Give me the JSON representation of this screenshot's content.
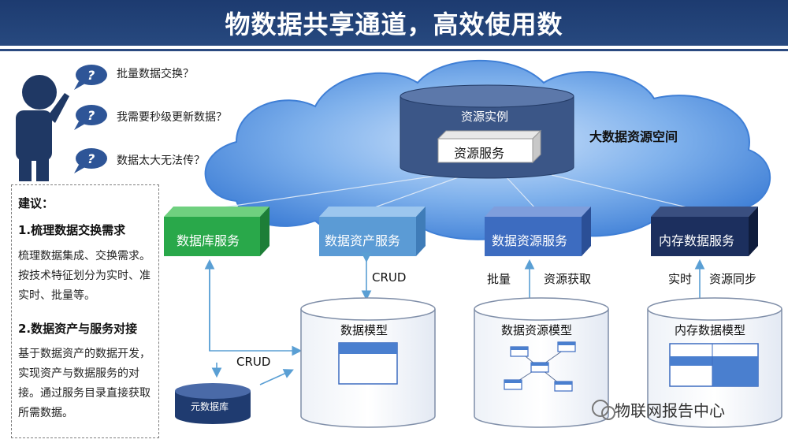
{
  "header": {
    "title": "物数据共享通道，高效使用数"
  },
  "questions": [
    "批量数据交换？",
    "我需要秒级更新数据？",
    "数据太大无法传？"
  ],
  "advice": {
    "heading": "建议：",
    "point1_title": "1.梳理数据交换需求",
    "point1_body": "梳理数据集成、交换需求。按技术特征划分为实时、准实时、批量等。",
    "point2_title": "2.数据资产与服务对接",
    "point2_body": "基于数据资产的数据开发，实现资产与数据服务的对接。通过服务目录直接获取所需数据。"
  },
  "cloud": {
    "label": "大数据资源空间",
    "instance_label": "资源实例",
    "service_label": "资源服务"
  },
  "services": [
    {
      "label": "数据库服务",
      "color": "#29a84a"
    },
    {
      "label": "数据资产服务",
      "color": "#5b9bd5"
    },
    {
      "label": "数据资源服务",
      "color": "#3d6cc0"
    },
    {
      "label": "内存数据服务",
      "color": "#1c2f5e"
    }
  ],
  "links": {
    "crud_top": "CRUD",
    "crud_bottom": "CRUD",
    "batch": "批量",
    "resource_get": "资源获取",
    "realtime": "实时",
    "resource_sync": "资源同步"
  },
  "stores": {
    "data_model": "数据模型",
    "resource_model": "数据资源模型",
    "memory_model": "内存数据模型",
    "meta_db": "元数据库"
  },
  "watermark": "物联网报告中心",
  "colors": {
    "title_band": "#1d3b70",
    "cloud_fill": "#4f8fe0",
    "instance_fill": "#3b5687",
    "store_outline": "#7f8ea8",
    "person": "#1f3864"
  }
}
